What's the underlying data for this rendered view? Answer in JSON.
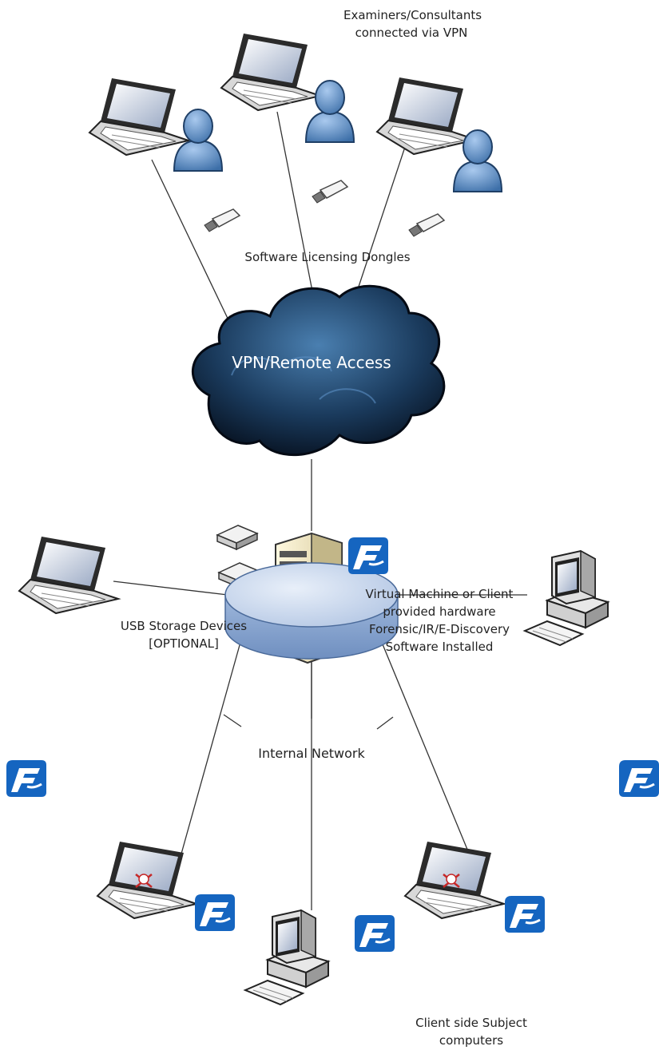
{
  "labels": {
    "examiners": [
      "Examiners/Consultants",
      "connected via VPN"
    ],
    "dongles": "Software Licensing Dongles",
    "cloud": "VPN/Remote Access",
    "usb": [
      "USB Storage Devices",
      "[OPTIONAL]"
    ],
    "server": [
      "Virtual Machine or Client",
      "provided hardware",
      "Forensic/IR/E-Discovery",
      "Software Installed"
    ],
    "network": "Internal Network",
    "subjects": [
      "Client side Subject",
      "computers"
    ]
  },
  "nodes": [
    {
      "id": "examiner-1",
      "type": "laptop-with-user"
    },
    {
      "id": "examiner-2",
      "type": "laptop-with-user"
    },
    {
      "id": "examiner-3",
      "type": "laptop-with-user"
    },
    {
      "id": "dongle-1",
      "type": "usb-dongle"
    },
    {
      "id": "dongle-2",
      "type": "usb-dongle"
    },
    {
      "id": "dongle-3",
      "type": "usb-dongle"
    },
    {
      "id": "vpn-cloud",
      "type": "cloud"
    },
    {
      "id": "forensic-server",
      "type": "server-tower"
    },
    {
      "id": "usb-storage-1",
      "type": "usb-storage"
    },
    {
      "id": "usb-storage-2",
      "type": "usb-storage"
    },
    {
      "id": "internal-network",
      "type": "network-hub"
    },
    {
      "id": "subject-laptop-left",
      "type": "laptop",
      "agent": true
    },
    {
      "id": "subject-desktop-right",
      "type": "desktop",
      "agent": true
    },
    {
      "id": "subject-laptop-infected-1",
      "type": "laptop-infected",
      "agent": true
    },
    {
      "id": "subject-desktop-bottom",
      "type": "desktop",
      "agent": true
    },
    {
      "id": "subject-laptop-infected-2",
      "type": "laptop-infected",
      "agent": true
    }
  ],
  "colors": {
    "agent_logo": "#1565c0",
    "hub_fill": "#b8cbe6",
    "cloud_dark": "#0e1e33",
    "user_fill": "#6f9fd3",
    "line": "#333333"
  }
}
